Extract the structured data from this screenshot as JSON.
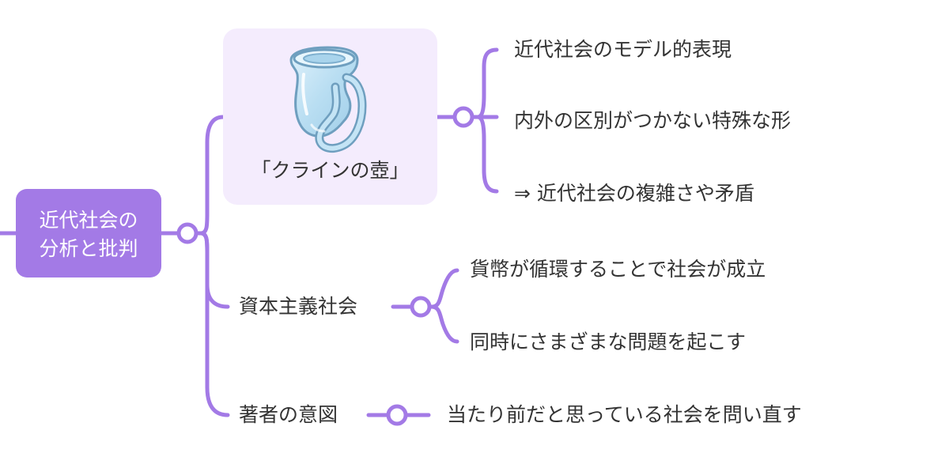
{
  "root": {
    "line1": "近代社会の",
    "line2": "分析と批判"
  },
  "klein": {
    "caption": "「クラインの壺」",
    "details": [
      "近代社会のモデル的表現",
      "内外の区別がつかない特殊な形",
      "⇒ 近代社会の複雑さや矛盾"
    ]
  },
  "capitalism": {
    "label": "資本主義社会",
    "details": [
      "貨幣が循環することで社会が成立",
      "同時にさまざまな問題を起こす"
    ]
  },
  "intent": {
    "label": "著者の意図",
    "details": [
      "当たり前だと思っている社会を問い直す"
    ]
  },
  "colors": {
    "accent": "#a37ae6",
    "card_bg": "#f4ecfd",
    "text": "#333333"
  }
}
